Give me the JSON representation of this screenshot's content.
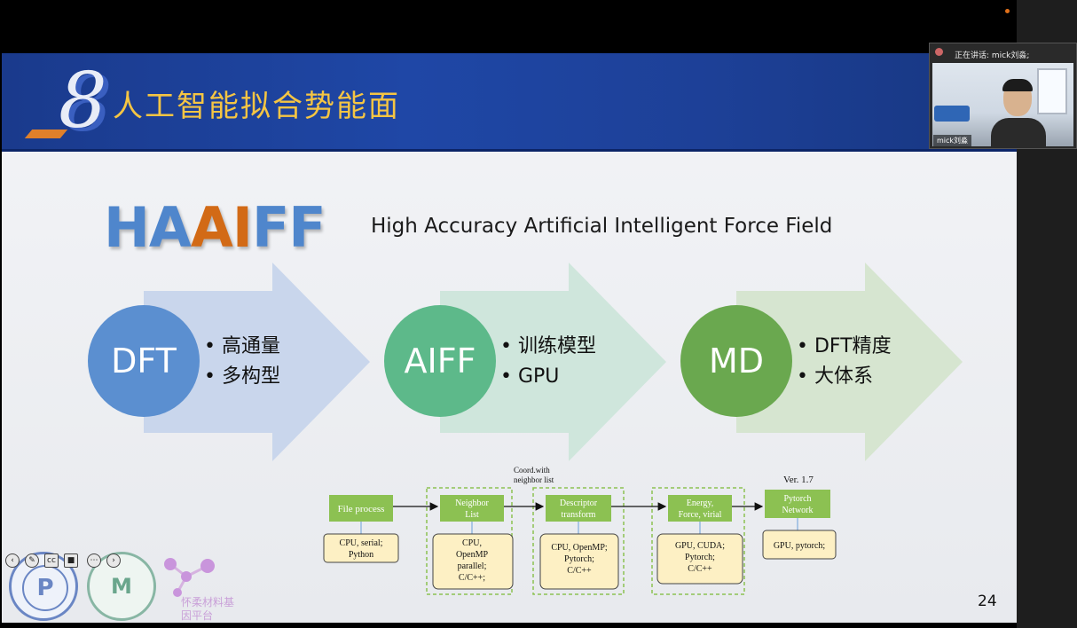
{
  "meeting": {
    "speaking_label": "正在讲话: mick刘淼;",
    "participant_name": "mick刘淼"
  },
  "slide": {
    "section_number": "8",
    "title": "人工智能拟合势能面",
    "brand_prefix": "HA",
    "brand_highlight": "AI",
    "brand_suffix": "FF",
    "subtitle": "High Accuracy Artificial Intelligent Force Field",
    "page_number": "24",
    "stages": [
      {
        "label": "DFT",
        "bullets": [
          "高通量",
          "多构型"
        ],
        "circle_color": "#5b8fd0",
        "arrow_color": "#c9d6ec"
      },
      {
        "label": "AIFF",
        "bullets": [
          "训练模型",
          "GPU"
        ],
        "circle_color": "#5db98a",
        "arrow_color": "#cfe6dc"
      },
      {
        "label": "MD",
        "bullets": [
          "DFT精度",
          "大体系"
        ],
        "circle_color": "#6aa84f",
        "arrow_color": "#d6e5d0"
      }
    ],
    "flow": {
      "coord_label": "Coord.with neighbor list",
      "version_label": "Ver. 1.7",
      "nodes": [
        {
          "title": "File process",
          "detail": "CPU, serial; Python"
        },
        {
          "title": "Neighbor List",
          "detail": "CPU, OpenMP parallel; C/C++;"
        },
        {
          "title": "Descriptor transform",
          "detail": "CPU, OpenMP; Pytorch; C/C++"
        },
        {
          "title": "Energy, Force, virial",
          "detail": "GPU, CUDA; Pytorch; C/C++"
        },
        {
          "title": "Pytorch Network",
          "detail": "GPU, pytorch;"
        }
      ]
    },
    "logos": {
      "platform_name": "怀柔材料基因平台"
    }
  },
  "colors": {
    "header_blue": "#1f47a6",
    "title_gold": "#f5c543",
    "flow_green": "#8cc152",
    "flow_detail_bg": "#fdf0c4"
  }
}
